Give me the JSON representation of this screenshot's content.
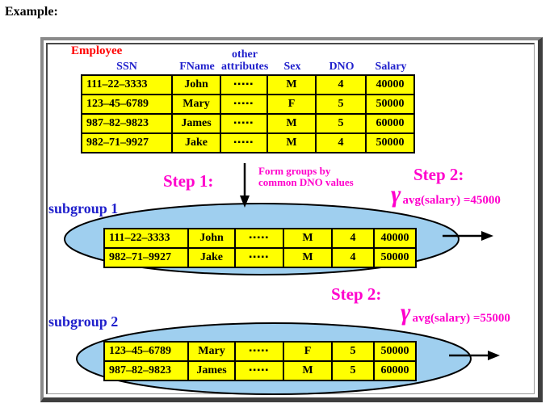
{
  "colors": {
    "heading_red": "#ff0000",
    "label_blue": "#2020cc",
    "accent_magenta": "#ff00cc",
    "table_yellow": "#ffff00",
    "ellipse_blue": "#9fcfef"
  },
  "example_label": "Example:",
  "employee": {
    "title": "Employee",
    "headers": [
      [
        "SSN",
        "FName",
        "other\nattributes",
        "Sex",
        "DNO",
        "Salary"
      ]
    ],
    "rows": [
      [
        "111–22–3333",
        "John",
        "▪▪▪▪▪",
        "M",
        "4",
        "40000"
      ],
      [
        "123–45–6789",
        "Mary",
        "▪▪▪▪▪",
        "F",
        "5",
        "50000"
      ],
      [
        "987–82–9823",
        "James",
        "▪▪▪▪▪",
        "M",
        "5",
        "60000"
      ],
      [
        "982–71–9927",
        "Jake",
        "▪▪▪▪▪",
        "M",
        "4",
        "50000"
      ]
    ]
  },
  "steps": {
    "step1_label": "Step 1:",
    "step2_label": "Step 2:",
    "annotation": "Form groups by\ncommon DNO values"
  },
  "subgroup1": {
    "label": "subgroup 1",
    "gamma_symbol": "γ",
    "gamma_text": "avg(salary) =45000",
    "rows": [
      [
        "111–22–3333",
        "John",
        "▪▪▪▪▪",
        "M",
        "4",
        "40000"
      ],
      [
        "982–71–9927",
        "Jake",
        "▪▪▪▪▪",
        "M",
        "4",
        "50000"
      ]
    ]
  },
  "subgroup2": {
    "label": "subgroup 2",
    "gamma_symbol": "γ",
    "gamma_text": "avg(salary) =55000",
    "rows": [
      [
        "123–45–6789",
        "Mary",
        "▪▪▪▪▪",
        "F",
        "5",
        "50000"
      ],
      [
        "987–82–9823",
        "James",
        "▪▪▪▪▪",
        "M",
        "5",
        "60000"
      ]
    ]
  }
}
